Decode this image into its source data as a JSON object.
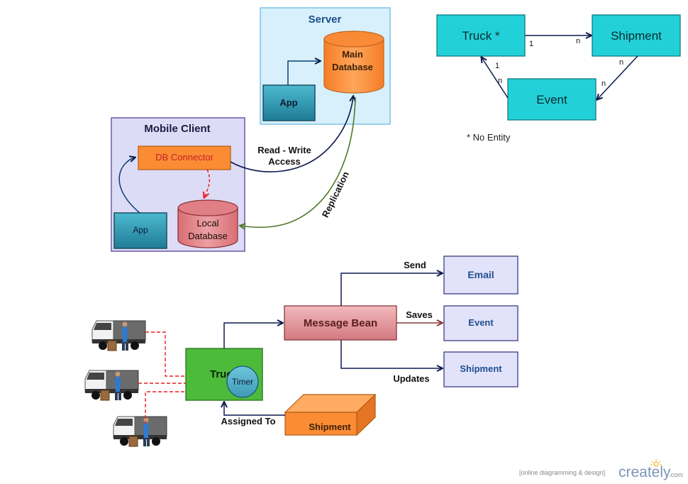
{
  "server": {
    "title": "Server",
    "app": "App",
    "db_line1": "Main",
    "db_line2": "Database"
  },
  "mobile_client": {
    "title": "Mobile Client",
    "connector": "DB Connector",
    "app": "App",
    "db_line1": "Local",
    "db_line2": "Database"
  },
  "links": {
    "rw_line1": "Read - Write",
    "rw_line2": "Access",
    "replication": "Replication"
  },
  "er": {
    "truck": "Truck *",
    "shipment": "Shipment",
    "event": "Event",
    "card_truck_ship_1": "1",
    "card_truck_ship_n": "n",
    "card_ship_event_n1": "n",
    "card_ship_event_n2": "n",
    "card_event_truck_n": "n",
    "card_event_truck_1": "1",
    "note": "* No Entity"
  },
  "flow": {
    "message_bean": "Message Bean",
    "truck": "Truck",
    "timer": "Timer",
    "email": "Email",
    "event": "Event",
    "shipment_box": "Shipment",
    "shipment_cube": "Shipment",
    "send": "Send",
    "saves": "Saves",
    "updates": "Updates",
    "assigned_to": "Assigned To"
  },
  "watermark": {
    "tagline": "[online diagramming & design]",
    "brand": "creately",
    "tld": ".com"
  },
  "colors": {
    "teal": "#22d1d8",
    "orange": "#fb8c34",
    "mobile_bg": "#dcdcf6",
    "server_bg": "#d7f0fb",
    "bean": "#d87a80",
    "lavender": "#e2e2fa"
  }
}
